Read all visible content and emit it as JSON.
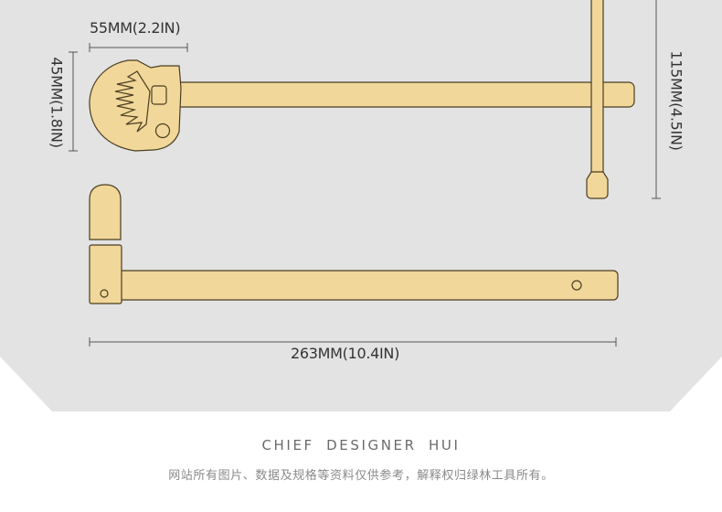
{
  "dimensions": {
    "head_width": "55MM(2.2IN)",
    "head_height": "45MM(1.8IN)",
    "handle_height": "115MM(4.5IN)",
    "overall_length": "263MM(10.4IN)"
  },
  "footer": {
    "title": "CHIEF   DESIGNER   HUI",
    "note": "网站所有图片、数据及规格等资料仅供参考，解释权归绿林工具所有。"
  },
  "colors": {
    "panel": "#e3e3e3",
    "metal_fill": "#f1d799",
    "metal_stroke": "#4a3d22",
    "dimension_line": "#555555"
  }
}
